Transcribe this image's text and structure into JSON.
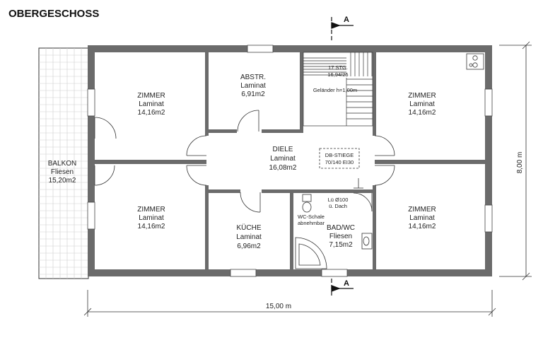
{
  "title": "OBERGESCHOSS",
  "rooms": {
    "zimmer_nw": {
      "name": "ZIMMER",
      "floor": "Laminat",
      "area": "14,16m2"
    },
    "abstr": {
      "name": "ABSTR.",
      "floor": "Laminat",
      "area": "6,91m2"
    },
    "stair": {
      "label": "17 STG.",
      "ratio": "16,94/25",
      "railing": "Geländer h=1,00m"
    },
    "zimmer_ne": {
      "name": "ZIMMER",
      "floor": "Laminat",
      "area": "14,16m2"
    },
    "diele": {
      "name": "DIELE",
      "floor": "Laminat",
      "area": "16,08m2"
    },
    "db_stiege": {
      "line1": "DB-STIEGE",
      "line2": "70/140 EI30"
    },
    "balkon": {
      "name": "BALKON",
      "floor": "Fliesen",
      "area": "15,20m2"
    },
    "zimmer_sw": {
      "name": "ZIMMER",
      "floor": "Laminat",
      "area": "14,16m2"
    },
    "kueche": {
      "name": "KÜCHE",
      "floor": "Laminat",
      "area": "6,96m2"
    },
    "bad": {
      "name": "BAD/WC",
      "floor": "Fliesen",
      "area": "7,15m2",
      "wc_line1": "WC-Schale",
      "wc_line2": "abnehmbar",
      "vent_line1": "Lü Ø100",
      "vent_line2": "ü. Dach"
    },
    "zimmer_se": {
      "name": "ZIMMER",
      "floor": "Laminat",
      "area": "14,16m2"
    }
  },
  "dimensions": {
    "width": "15,00 m",
    "depth": "8,00 m"
  },
  "section_marker": "A",
  "colors": {
    "wall": "#6b6b6b",
    "line": "#333333"
  }
}
